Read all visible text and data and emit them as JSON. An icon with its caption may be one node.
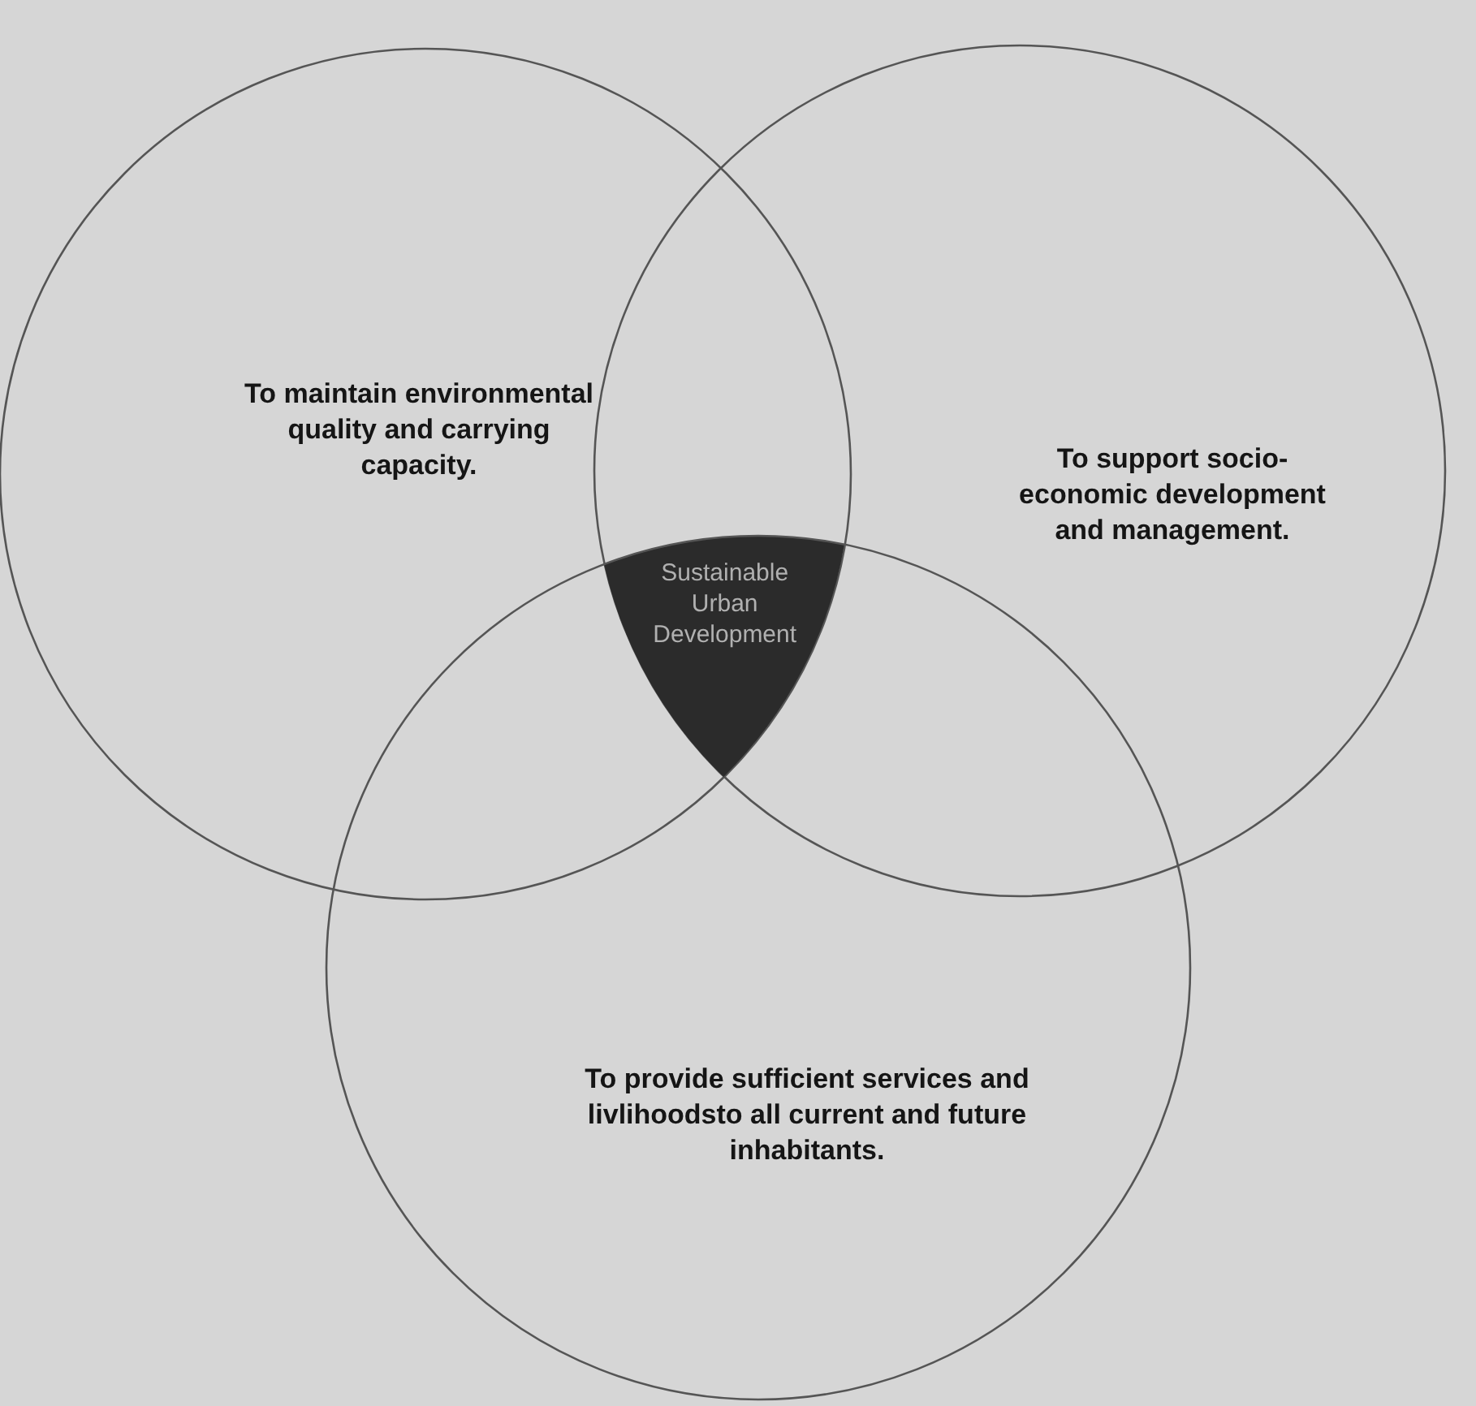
{
  "diagram": {
    "nodes": [
      {
        "text": [
          "To maintain environmental quality and carrying capacity."
        ]
      },
      {
        "text": [
          "To support socio-economic development and management."
        ]
      },
      {
        "text": [
          "Sustainable Urban Development"
        ]
      },
      {
        "text": [
          "To provide sufficient services and livlihoodsto all current and future inhabitants."
        ]
      }
    ]
  }
}
